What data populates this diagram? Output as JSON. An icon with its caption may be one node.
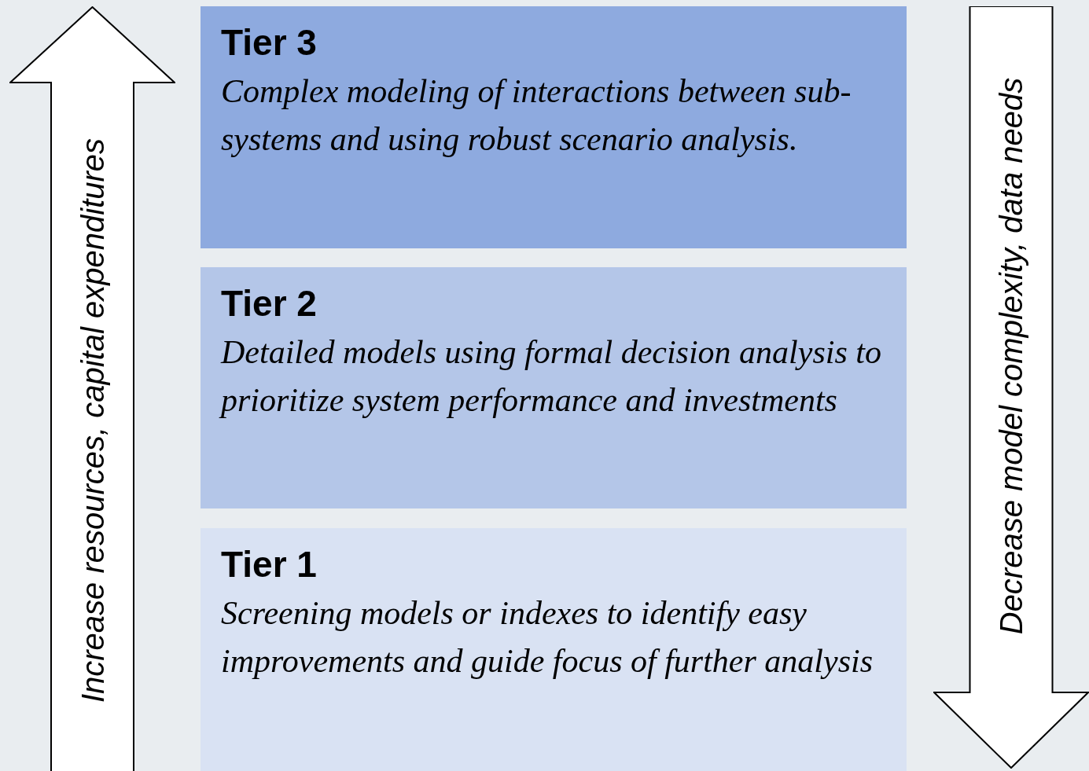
{
  "diagram": {
    "nodes": [
      {
        "text": [
          "Increase resources, capital expenditures"
        ]
      },
      {
        "text": [
          "Tier 3",
          "Complex modeling of interactions between sub-systems and using robust scenario analysis."
        ]
      },
      {
        "text": [
          "Tier 2",
          "Detailed models using formal decision analysis to prioritize system performance and investments"
        ]
      },
      {
        "text": [
          "Tier 1",
          "Screening models or indexes to identify easy improvements and guide focus of further analysis"
        ]
      },
      {
        "text": [
          "Decrease model complexity, data needs"
        ]
      }
    ]
  }
}
